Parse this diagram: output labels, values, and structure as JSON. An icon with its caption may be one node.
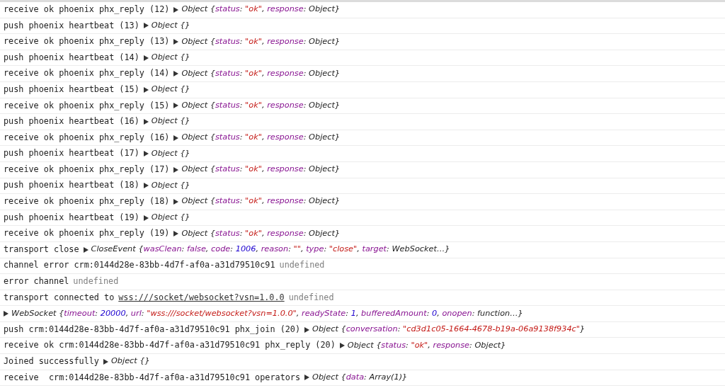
{
  "diagram": {
    "labels": [
      "receive ok phoenix phx_reply (12)",
      "Object {status: \"ok\", response: Object}",
      "push phoenix heartbeat (13)",
      "Object {}",
      "receive ok phoenix phx_reply (13)",
      "Object {status: \"ok\", response: Object}",
      "push phoenix heartbeat (14)",
      "Object {}",
      "receive ok phoenix phx_reply (14)",
      "Object {status: \"ok\", response: Object}",
      "push phoenix heartbeat (15)",
      "Object {}",
      "receive ok phoenix phx_reply (15)",
      "Object {status: \"ok\", response: Object}",
      "push phoenix heartbeat (16)",
      "Object {}",
      "receive ok phoenix phx_reply (16)",
      "Object {status: \"ok\", response: Object}",
      "push phoenix heartbeat (17)",
      "Object {}",
      "receive ok phoenix phx_reply (17)",
      "Object {status: \"ok\", response: Object}",
      "push phoenix heartbeat (18)",
      "Object {}",
      "receive ok phoenix phx_reply (18)",
      "Object {status: \"ok\", response: Object}",
      "push phoenix heartbeat (19)",
      "Object {}",
      "receive ok phoenix phx_reply (19)",
      "Object {status: \"ok\", response: Object}",
      "transport close",
      "CloseEvent {wasClean: false, code: 1006, reason: \"\", type: \"close\", target: WebSocket…}",
      "channel error crm:0144d28e-83bb-4d7f-af0a-a31d79510c91",
      "undefined",
      "error channel",
      "undefined",
      "transport connected to",
      "wss:///socket/websocket?vsn=1.0.0",
      "undefined",
      "WebSocket {timeout: 20000, url: \"wss:///socket/websocket?vsn=1.0.0\", readyState: 1, bufferedAmount: 0, onopen: function…}",
      "push crm:0144d28e-83bb-4d7f-af0a-a31d79510c91 phx_join (20)",
      "Object {conversation: \"cd3d1c05-1664-4678-b19a-06a9138f934c\"}",
      "receive ok crm:0144d28e-83bb-4d7f-af0a-a31d79510c91 phx_reply (20)",
      "Object {status: \"ok\", response: Object}",
      "Joined successfully",
      "Object {}",
      "receive  crm:0144d28e-83bb-4d7f-af0a-a31d79510c91 operators",
      "Object {data: Array(1)}"
    ]
  }
}
